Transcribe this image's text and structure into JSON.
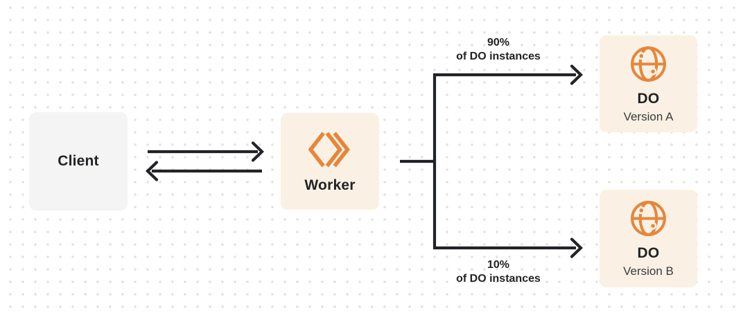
{
  "diagram": {
    "nodes": {
      "client": {
        "label": "Client"
      },
      "worker": {
        "label": "Worker",
        "icon": "workers-icon"
      },
      "do_version_a": {
        "title": "DO",
        "subtitle": "Version A",
        "icon": "globe-icon"
      },
      "do_version_b": {
        "title": "DO",
        "subtitle": "Version B",
        "icon": "globe-icon"
      }
    },
    "edges": {
      "to_do_a": {
        "percent": "90%",
        "caption": "of DO instances"
      },
      "to_do_b": {
        "percent": "10%",
        "caption": "of DO instances"
      }
    },
    "colors": {
      "accent_orange": "#E6863B",
      "node_cream": "#FAF1E4",
      "node_gray": "#F4F4F5",
      "line_dark": "#222326",
      "dot_grid": "#E3E3E5",
      "background": "#FFFFFF"
    }
  }
}
